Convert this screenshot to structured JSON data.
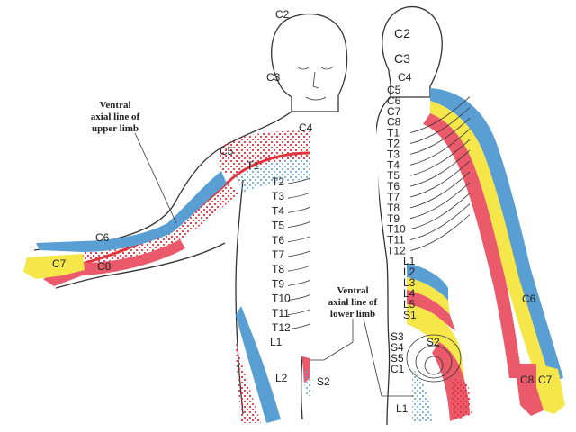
{
  "colors": {
    "blue": "#5a9fd4",
    "yellow": "#f5e64a",
    "red": "#ea5a6a",
    "pink": "#f6a2b0",
    "red_dots": "#e2343e",
    "blue_dots": "#5a9fd4",
    "outline": "#333333"
  },
  "callouts": {
    "upper_limb": [
      "Ventral",
      "axial line of",
      "upper limb"
    ],
    "lower_limb": [
      "Ventral",
      "axial line of",
      "lower limb"
    ]
  },
  "front": {
    "head": [
      "C2",
      "C3"
    ],
    "neck": "C4",
    "arm": [
      "C5",
      "T1",
      "C6",
      "C7",
      "C8"
    ],
    "trunk": [
      "T2",
      "T3",
      "T4",
      "T5",
      "T6",
      "T7",
      "T8",
      "T9",
      "T10",
      "T11",
      "T12",
      "L1"
    ],
    "leg": [
      "L2",
      "S2"
    ]
  },
  "back": {
    "head": [
      "C2",
      "C3",
      "C4"
    ],
    "column": [
      "C5",
      "C6",
      "C7",
      "C8",
      "T1",
      "T2",
      "T3",
      "T4",
      "T5",
      "T6",
      "T7",
      "T8",
      "T9",
      "T10",
      "T11",
      "T12"
    ],
    "lumbar": [
      "L1",
      "L2",
      "L3",
      "L4",
      "L5",
      "S1"
    ],
    "sacral": [
      "S3",
      "S4",
      "S5",
      "C1",
      "S2"
    ],
    "leg": "L1",
    "arm": [
      "C6",
      "C8",
      "C7"
    ]
  }
}
